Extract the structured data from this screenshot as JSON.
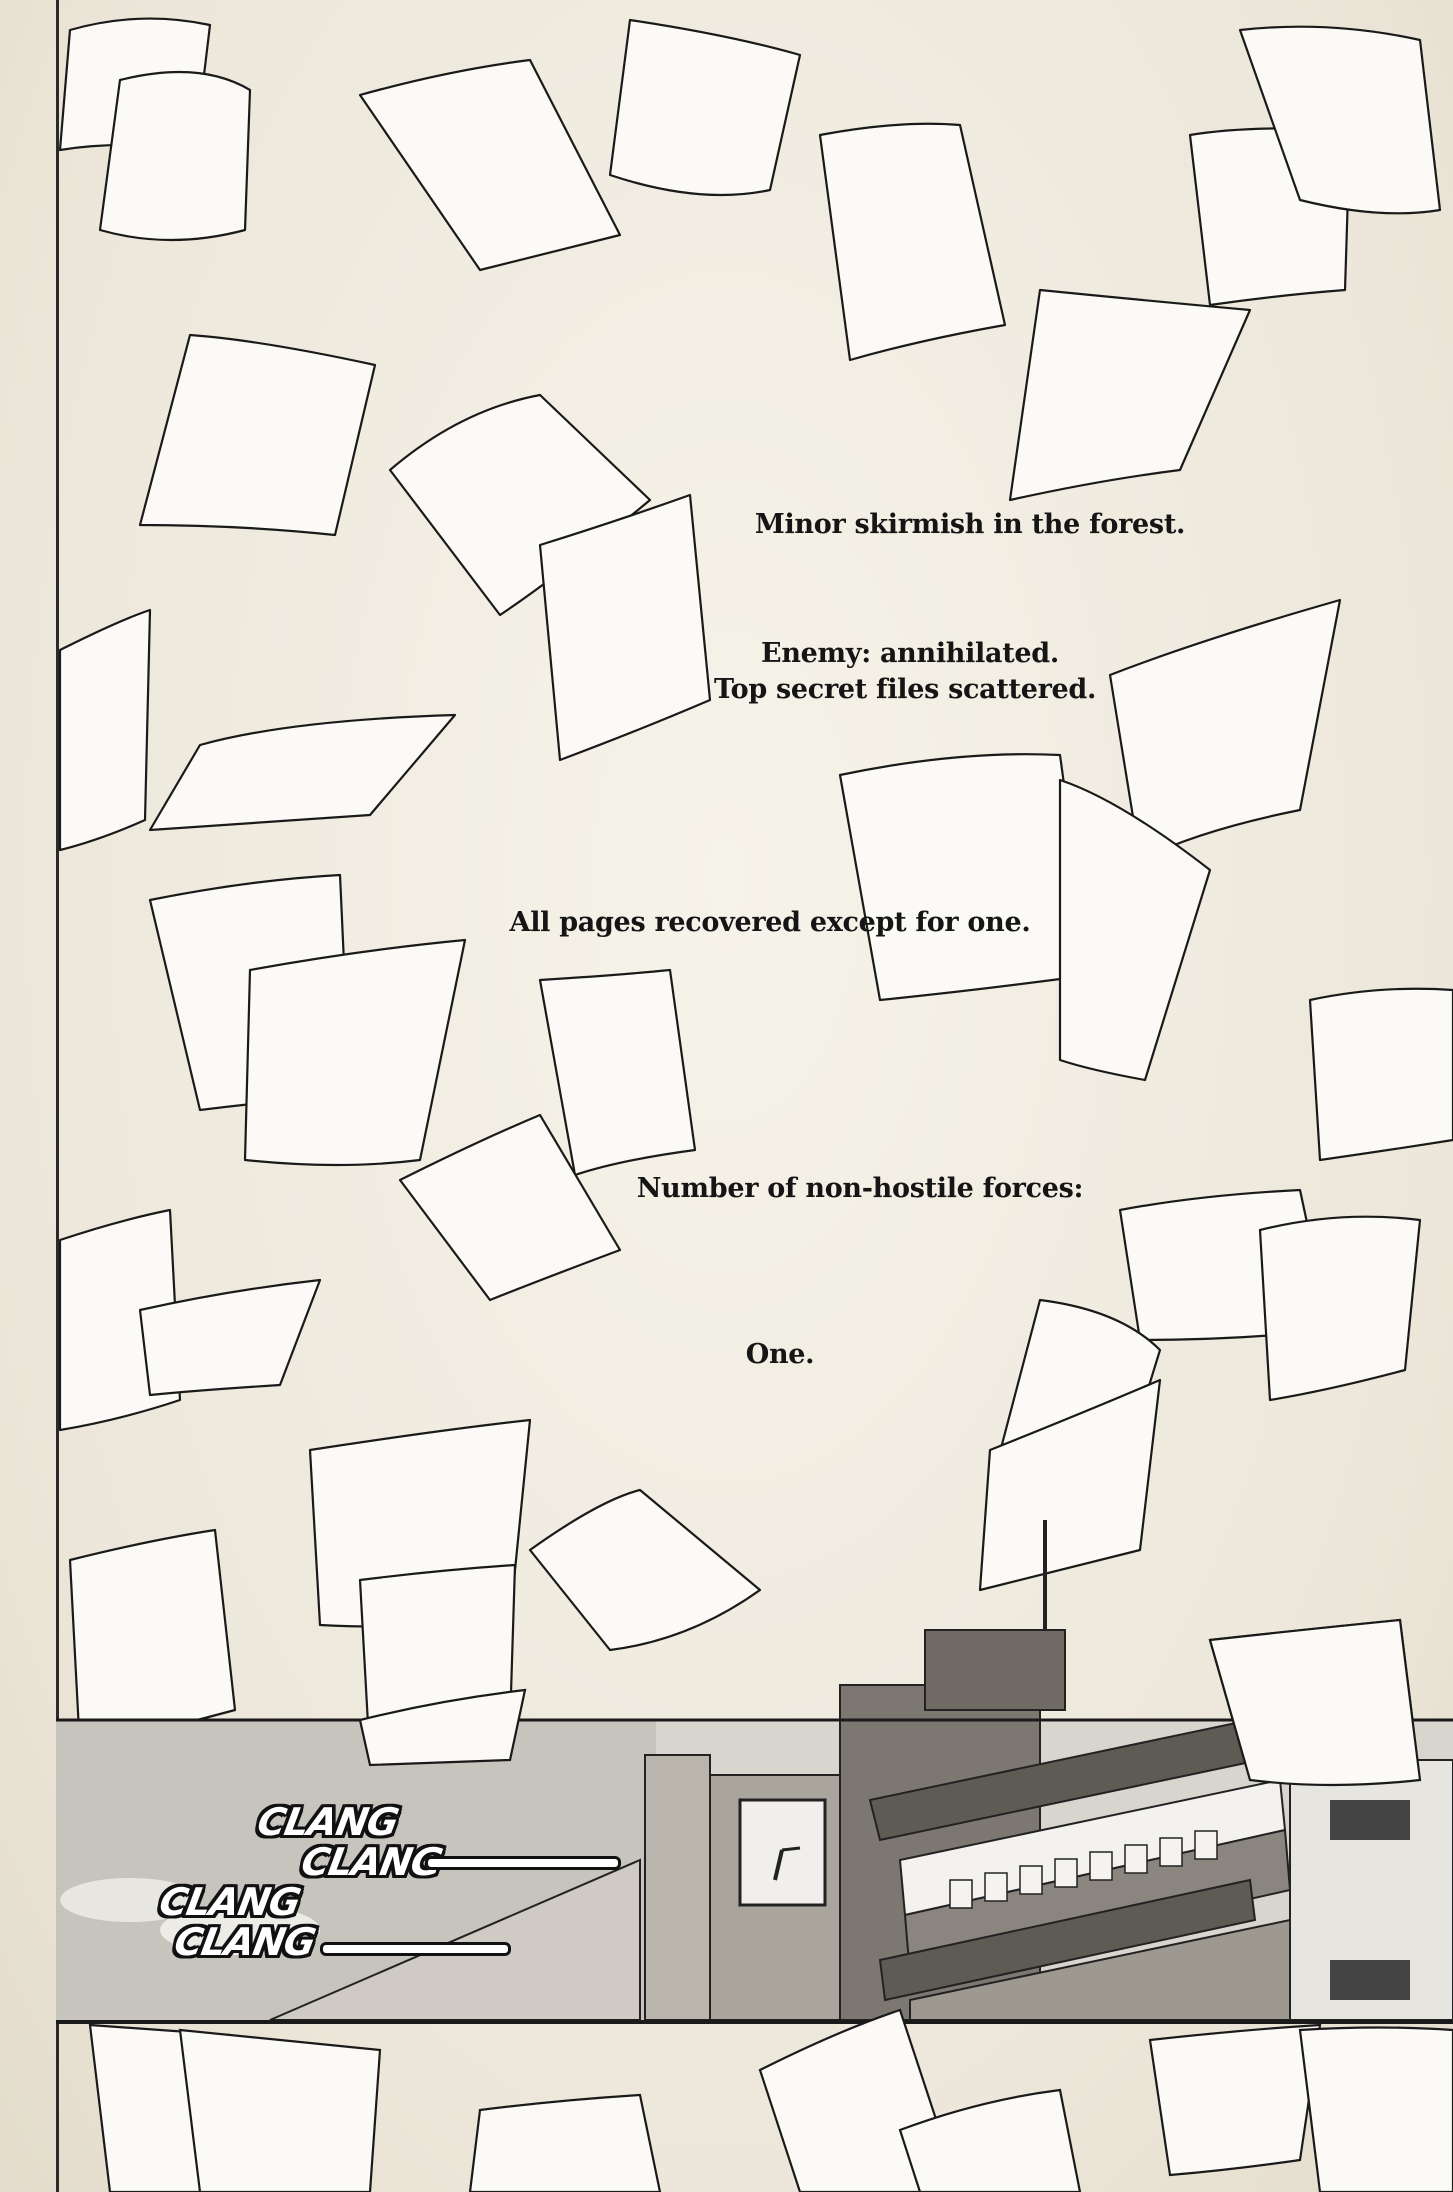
{
  "captions": {
    "c1": "Minor skirmish in the forest.",
    "c2a": "Enemy: annihilated.",
    "c2b": "Top secret files scattered.",
    "c3": "All pages recovered except for one.",
    "c4": "Number of non-hostile forces:",
    "c5": "One."
  },
  "sfx": {
    "s1": "CLANG",
    "s2": "CLANG",
    "s3": "CLANG",
    "s4": "CLANG"
  }
}
